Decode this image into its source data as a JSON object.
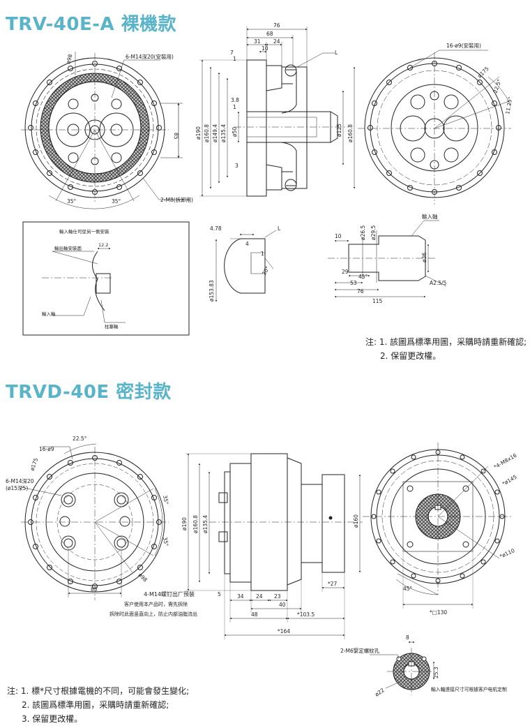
{
  "section1": {
    "title": "TRV-40E-A 裸機款",
    "notes_prefix": "注:",
    "notes": [
      "1. 該圖爲標準用圖，采購時請重新確認;",
      "2. 保留更改權。"
    ],
    "front": {
      "hole_label": "6-M14深20(安裝用)",
      "tap_label": "2-M8(拆卸用)",
      "dia": "ø98",
      "h": "85",
      "ang1": "35°",
      "ang2": "35°"
    },
    "side": {
      "dims_top": [
        "76",
        "68",
        "31",
        "24",
        "10",
        "7",
        "1"
      ],
      "dims_left": [
        "ø190",
        "ø160.8",
        "ø149.4",
        "ø135.4",
        "ø50"
      ],
      "dims_right": [
        "ø125",
        "ø160.8"
      ],
      "small": [
        "3.8",
        "1",
        "3"
      ],
      "callout": "L"
    },
    "back": {
      "hole_label": "16-ø9(安裝用)",
      "dia": "ø175",
      "ang1": "22.5°",
      "ang2": "11.25°"
    },
    "detail_note": {
      "header": "輸入軸仕可從另一側安裝",
      "l1": "輸出軸安裝面",
      "l2": "輸入軸",
      "l3": "柱塞軸",
      "d": "12.2"
    },
    "detail_l": {
      "d1": "4.78",
      "d2": "4",
      "d3": "1",
      "angle": "20°",
      "dia": "ø153.83",
      "callout": "L"
    },
    "shaft": {
      "label": "輸入軸",
      "d1": "10",
      "d2": "ø26.5",
      "d3": "ø29.5",
      "d4": "ø36",
      "d5": "29",
      "d6": "53",
      "d7": "45°",
      "d8": "76",
      "d9": "115",
      "chamfer": "A2.5/5"
    }
  },
  "section2": {
    "title": "TRVD-40E 密封款",
    "notes_prefix": "注:",
    "notes": [
      "1. 標*尺寸根據電機的不同，可能會發生變化;",
      "2. 該圖爲標準用圖，采購時請重新確認;",
      "3. 保留更改權。"
    ],
    "front": {
      "angle": "22.5°",
      "holes": "16-ø9",
      "dia": "ø175",
      "tapped": "6-M14深20",
      "tapped2": "(ø15深5)",
      "ang1": "35°",
      "ang2": "35°",
      "pcd": "ø98",
      "w": "85"
    },
    "side": {
      "dims_left": [
        "ø190",
        "ø160.8",
        "ø135.4"
      ],
      "dia_right": "ø160",
      "note": [
        "4-M14螺钉出厂预装",
        "客户使用本产品时，需先拆除",
        "拆除时此面竖直向上，防止内部油脂流出"
      ],
      "d": [
        "5",
        "34",
        "24",
        "23",
        "40",
        "48",
        "*103.5",
        "*164",
        "*27"
      ]
    },
    "back": {
      "holes": "*4-M8x16",
      "pcd": "*ø145",
      "bore": "*ø110",
      "ang": "45°",
      "square": "*□130"
    },
    "keyway": {
      "label": "2-M6緊定螺紋孔",
      "w": "8",
      "h": "25.3",
      "dia": "ø22",
      "note": "輸入軸連接尺寸可根據客户电机定制"
    }
  },
  "colors": {
    "title": "#5ab4c9",
    "line": "#222222",
    "hatch": "#333333"
  }
}
